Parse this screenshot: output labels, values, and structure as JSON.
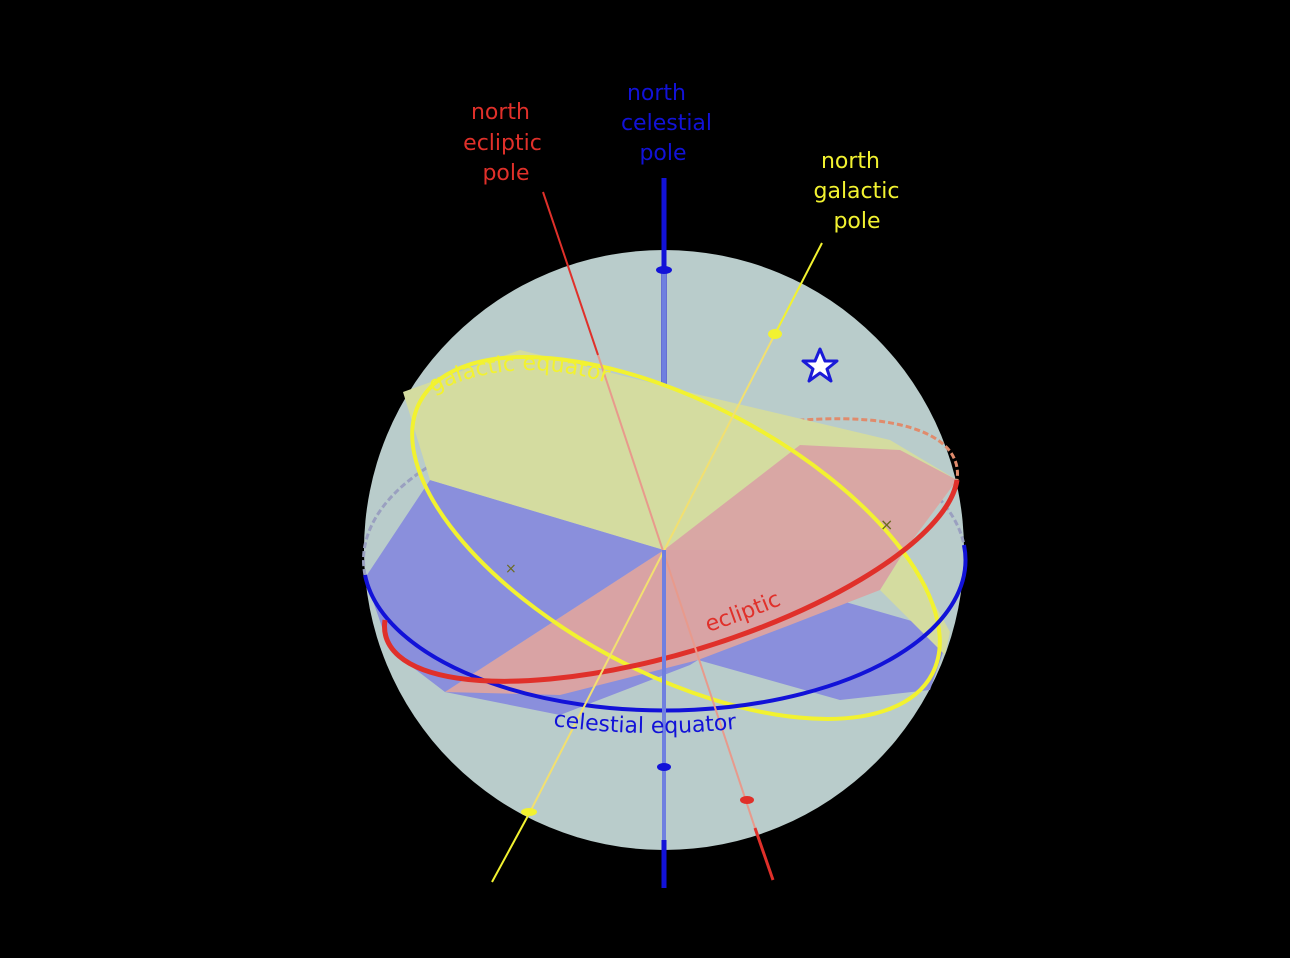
{
  "labels": {
    "north_celestial_pole": [
      "north",
      "celestial",
      "pole"
    ],
    "north_ecliptic_pole": [
      "north",
      "ecliptic",
      "pole"
    ],
    "north_galactic_pole": [
      "north",
      "galactic",
      "pole"
    ],
    "galactic_equator": "galactic equator",
    "ecliptic": "ecliptic",
    "celestial_equator": "celestial equator"
  },
  "colors": {
    "background": "#000000",
    "sphere": "#b9cccb",
    "celestial": "#1212d8",
    "celestial_fill": "#8a8fdc",
    "ecliptic": "#e0302a",
    "ecliptic_fill": "#d9a3a4",
    "galactic": "#f2f230",
    "galactic_fill": "#d4dca0",
    "star_fill": "#ffffff",
    "star_stroke": "#1a1ad8"
  },
  "icons": {
    "star": "star-icon"
  }
}
